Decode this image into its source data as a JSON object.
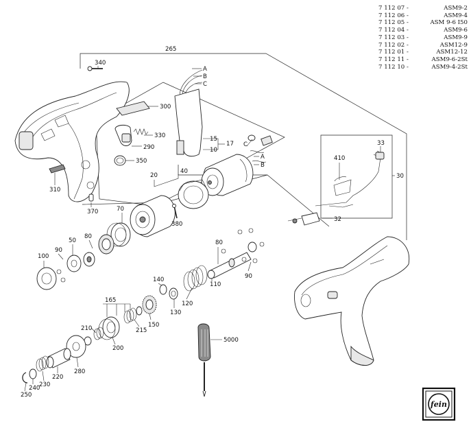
{
  "models": [
    {
      "pno": "7 112 07 -",
      "name": "ASM9-2"
    },
    {
      "pno": "7 112 06 -",
      "name": "ASM9-4"
    },
    {
      "pno": "7 112 05 -",
      "name": "ASM 9-6 I50"
    },
    {
      "pno": "7 112 04 -",
      "name": "ASM9-6"
    },
    {
      "pno": "7 112 03 -",
      "name": "ASM9-9"
    },
    {
      "pno": "7 112 02 -",
      "name": "ASM12-9"
    },
    {
      "pno": "7 112 01 -",
      "name": "ASM12-12"
    },
    {
      "pno": "7 112 11 -",
      "name": "ASM9-6-2St"
    },
    {
      "pno": "7 112 10 -",
      "name": "ASM9-4-2St"
    }
  ],
  "callouts": {
    "c265": "265",
    "c340": "340",
    "c300": "300",
    "c330": "330",
    "c290": "290",
    "c350": "350",
    "c310": "310",
    "c370": "370",
    "cA1": "A",
    "cB1": "B",
    "cC1": "C",
    "c15": "15",
    "c17": "17",
    "c10": "10",
    "cC2": "C",
    "cA2": "A",
    "cB2": "B",
    "c20": "20",
    "c40": "40",
    "c380": "380",
    "c70": "70",
    "c80a": "80",
    "c90a": "90",
    "c50": "50",
    "c100": "100",
    "c80b": "80",
    "c90b": "90",
    "c110": "110",
    "c140": "140",
    "c120": "120",
    "c130": "130",
    "c165": "165",
    "c210": "210",
    "c150": "150",
    "c215": "215",
    "c200": "200",
    "c280": "280",
    "c220": "220",
    "c230": "230",
    "c240": "240",
    "c250": "250",
    "c5000": "5000",
    "c33": "33",
    "c410": "410",
    "c30": "30",
    "c32": "32"
  },
  "logo": {
    "text": "fein"
  }
}
